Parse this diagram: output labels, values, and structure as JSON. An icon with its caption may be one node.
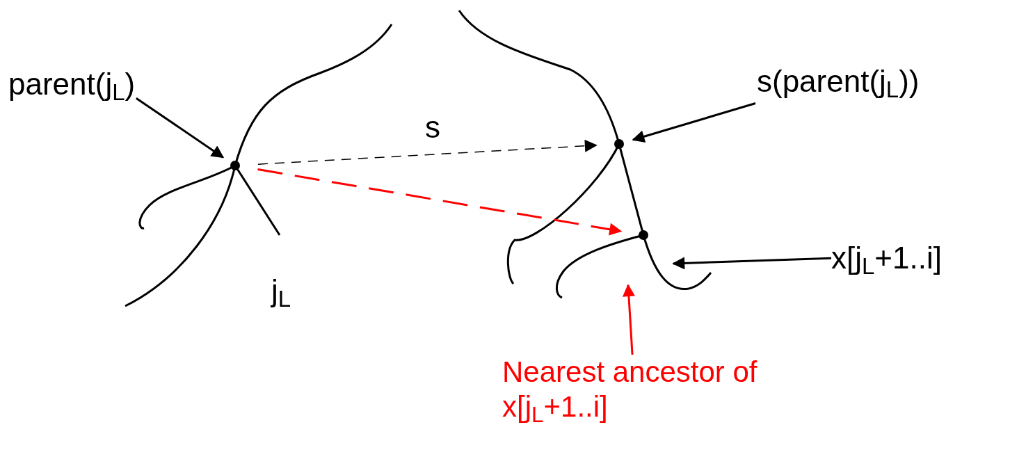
{
  "diagram": {
    "nodes": [
      {
        "text": [
          "parent(j$_{L}$)"
        ]
      },
      {
        "text": [],
        "shape": "circle"
      },
      {
        "text": [
          "s(parent(j$_{L}$))"
        ]
      },
      {
        "text": [],
        "shape": "circle"
      },
      {
        "text": [],
        "shape": "circle"
      },
      {
        "text": [
          "x[j$_{L}$+1..i]"
        ]
      },
      {
        "text": [
          "Nearest ancestor of x[j$_{L}$+1..i]"
        ]
      }
    ],
    "edges": [
      {
        "from": 0,
        "to": 1,
        "arrow": "to"
      },
      {
        "from": 1,
        "to": 3,
        "arrow": "to",
        "label": "s",
        "style": "dashed"
      },
      {
        "from": 1,
        "to": 4,
        "arrow": "to",
        "style": "dashed",
        "color": "#ff0000"
      },
      {
        "from": 2,
        "to": 3,
        "arrow": "to"
      },
      {
        "from": 5,
        "to": null,
        "arrow": "to"
      },
      {
        "from": 6,
        "to": null,
        "arrow": "to",
        "color": "#ff0000"
      }
    ],
    "labels": [
      "j$_{L}$"
    ]
  }
}
